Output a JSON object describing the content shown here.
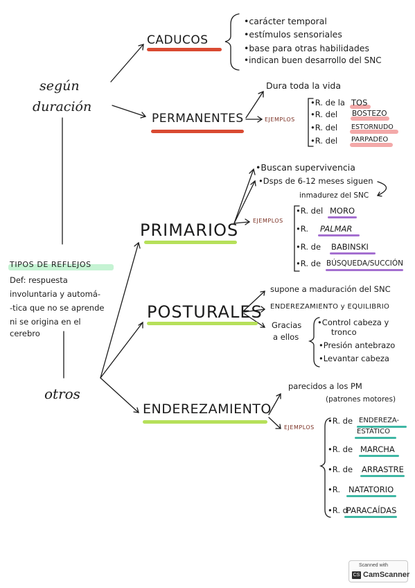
{
  "side_left": {
    "segun": "según",
    "duracion": "duración",
    "otros": "otros"
  },
  "title_box": {
    "title": "TIPOS DE REFLEJOS",
    "def_lines": [
      "Def: respuesta",
      "involuntaria y automá-",
      "-tica que no se aprende",
      "ni se origina en el",
      "cerebro"
    ]
  },
  "caducos": {
    "heading": "CADUCOS",
    "items": [
      "•carácter temporal",
      "•estímulos sensoriales",
      "•base para otras habilidades",
      "•indican buen desarrollo del SNC"
    ]
  },
  "permanentes": {
    "heading": "PERMANENTES",
    "dura": "Dura toda la vida",
    "ejemplos": "EJEMPLOS",
    "examples": [
      {
        "prefix": "•R. de la",
        "name": "TOS"
      },
      {
        "prefix": "•R. del",
        "name": "BOSTEZO"
      },
      {
        "prefix": "•R. del",
        "name": "ESTORNUDO"
      },
      {
        "prefix": "•R. del",
        "name": "PARPADEO"
      }
    ]
  },
  "primarios": {
    "heading": "PRIMARIOS",
    "notes": [
      "•Buscan supervivencia",
      "•Dsps de 6-12 meses siguen",
      "inmadurez del SNC"
    ],
    "ejemplos": "EJEMPLOS",
    "examples": [
      {
        "prefix": "•R. del",
        "name": "MORO"
      },
      {
        "prefix": "•R.",
        "name": "PALMAR"
      },
      {
        "prefix": "•R. de",
        "name": "BABINSKI"
      },
      {
        "prefix": "•R. de",
        "name": "BÚSQUEDA/SUCCIÓN"
      }
    ]
  },
  "posturales": {
    "heading": "POSTURALES",
    "items": [
      "supone a maduración del SNC",
      "ENDEREZAMIENTO y EQUILIBRIO"
    ],
    "gracias": [
      "Gracias",
      "a ellos"
    ],
    "sub_items": [
      "•Control cabeza y",
      "tronco",
      "•Presión antebrazo",
      "•Levantar cabeza"
    ]
  },
  "enderezamiento": {
    "heading": "ENDEREZAMIENTO",
    "notes": [
      "parecidos a los PM",
      "(patrones motores)"
    ],
    "ejemplos": "EJEMPLOS",
    "examples": [
      {
        "prefix": "•R. de",
        "name": "ENDEREZA-",
        "name2": "ESTÁTICO"
      },
      {
        "prefix": "•R. de",
        "name": "MARCHA"
      },
      {
        "prefix": "•R. de",
        "name": "ARRASTRE"
      },
      {
        "prefix": "•R.",
        "name": "NATATORIO"
      },
      {
        "prefix": "•R. d",
        "name": "PARACAÍDAS"
      }
    ]
  },
  "watermark": {
    "scanned_with": "Scanned with",
    "logo": "CS",
    "brand": "CamScanner"
  },
  "colors": {
    "ink": "#1b1b1b",
    "highlight_red": "#d94a32",
    "highlight_green": "#b6e05a",
    "highlight_pink": "#f3a9a9",
    "highlight_purple": "#a46fd0",
    "highlight_teal": "#3fb7a4",
    "highlight_mint": "#b7f0c8",
    "label_brown": "#7a2f22"
  }
}
